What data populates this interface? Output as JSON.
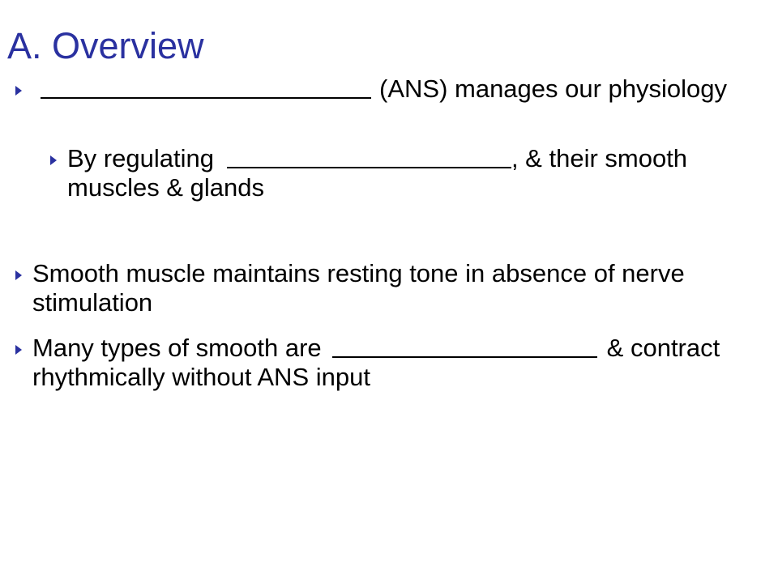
{
  "slide": {
    "title": "A. Overview",
    "bullets": [
      {
        "before": "",
        "after": "(ANS) manages our physiology"
      },
      {
        "before": "By regulating",
        "after": ", & their smooth muscles & glands"
      },
      {
        "text": "Smooth muscle maintains resting tone in absence of nerve stimulation"
      },
      {
        "before": "Many types of smooth are",
        "after": "& contract rhythmically without ANS input"
      }
    ]
  },
  "colors": {
    "accent": "#2a31a0",
    "text": "#000000",
    "background": "#ffffff"
  },
  "icons": {
    "bullet": "triangle-right-icon"
  }
}
